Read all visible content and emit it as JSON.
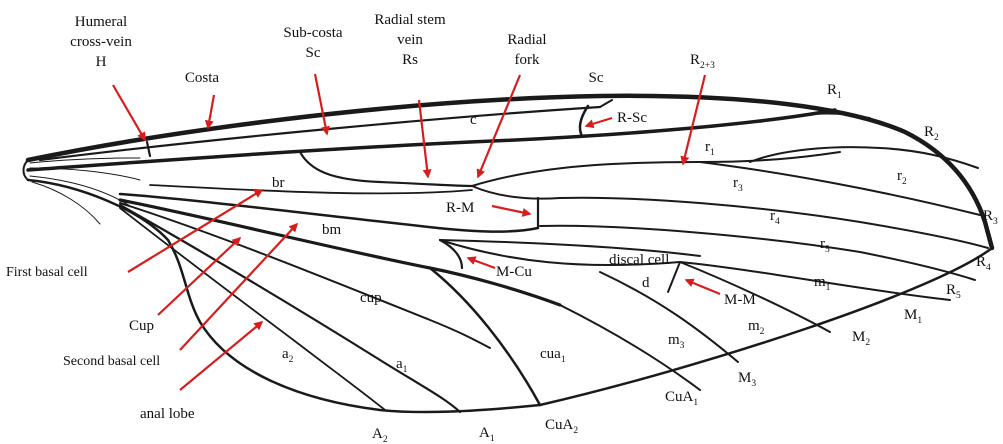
{
  "callouts": {
    "humeral": {
      "line1": "Humeral",
      "line2": "cross-vein",
      "line3": "H"
    },
    "costa": "Costa",
    "subcosta": {
      "line1": "Sub-costa",
      "line2": "Sc"
    },
    "radial_stem": {
      "line1": "Radial stem",
      "line2": "vein",
      "line3": "Rs"
    },
    "radial_fork": {
      "line1": "Radial",
      "line2": "fork"
    },
    "sc": "Sc",
    "r23": {
      "base": "R",
      "sub": "2+3"
    },
    "r_sc": "R-Sc",
    "r_m": "R-M",
    "m_cu": "M-Cu",
    "m_m": "M-M",
    "first_basal_cell": "First basal cell",
    "cup": "Cup",
    "second_basal_cell": "Second basal cell",
    "anal_lobe": "anal lobe"
  },
  "cell_labels": {
    "c": "c",
    "br": "br",
    "bm": "bm",
    "cup": "cup",
    "a2": {
      "base": "a",
      "sub": "2"
    },
    "a1": {
      "base": "a",
      "sub": "1"
    },
    "cua1": {
      "base": "cua",
      "sub": "1"
    },
    "r1": {
      "base": "r",
      "sub": "1"
    },
    "r2": {
      "base": "r",
      "sub": "2"
    },
    "r3": {
      "base": "r",
      "sub": "3"
    },
    "r4": {
      "base": "r",
      "sub": "4"
    },
    "r5": {
      "base": "r",
      "sub": "5"
    },
    "m1": {
      "base": "m",
      "sub": "1"
    },
    "m2": {
      "base": "m",
      "sub": "2"
    },
    "m3": {
      "base": "m",
      "sub": "3"
    },
    "discal_cell": "discal cell",
    "d": "d"
  },
  "margin_labels": {
    "R1": {
      "base": "R",
      "sub": "1"
    },
    "R2": {
      "base": "R",
      "sub": "2"
    },
    "R3": {
      "base": "R",
      "sub": "3"
    },
    "R4": {
      "base": "R",
      "sub": "4"
    },
    "R5": {
      "base": "R",
      "sub": "5"
    },
    "M1": {
      "base": "M",
      "sub": "1"
    },
    "M2": {
      "base": "M",
      "sub": "2"
    },
    "M3": {
      "base": "M",
      "sub": "3"
    },
    "CuA1": {
      "base": "CuA",
      "sub": "1"
    },
    "CuA2": {
      "base": "CuA",
      "sub": "2"
    },
    "A1": {
      "base": "A",
      "sub": "1"
    },
    "A2": {
      "base": "A",
      "sub": "2"
    }
  },
  "colors": {
    "arrow": "#d81d1d",
    "vein": "#1a1a1a",
    "background": "#ffffff"
  }
}
